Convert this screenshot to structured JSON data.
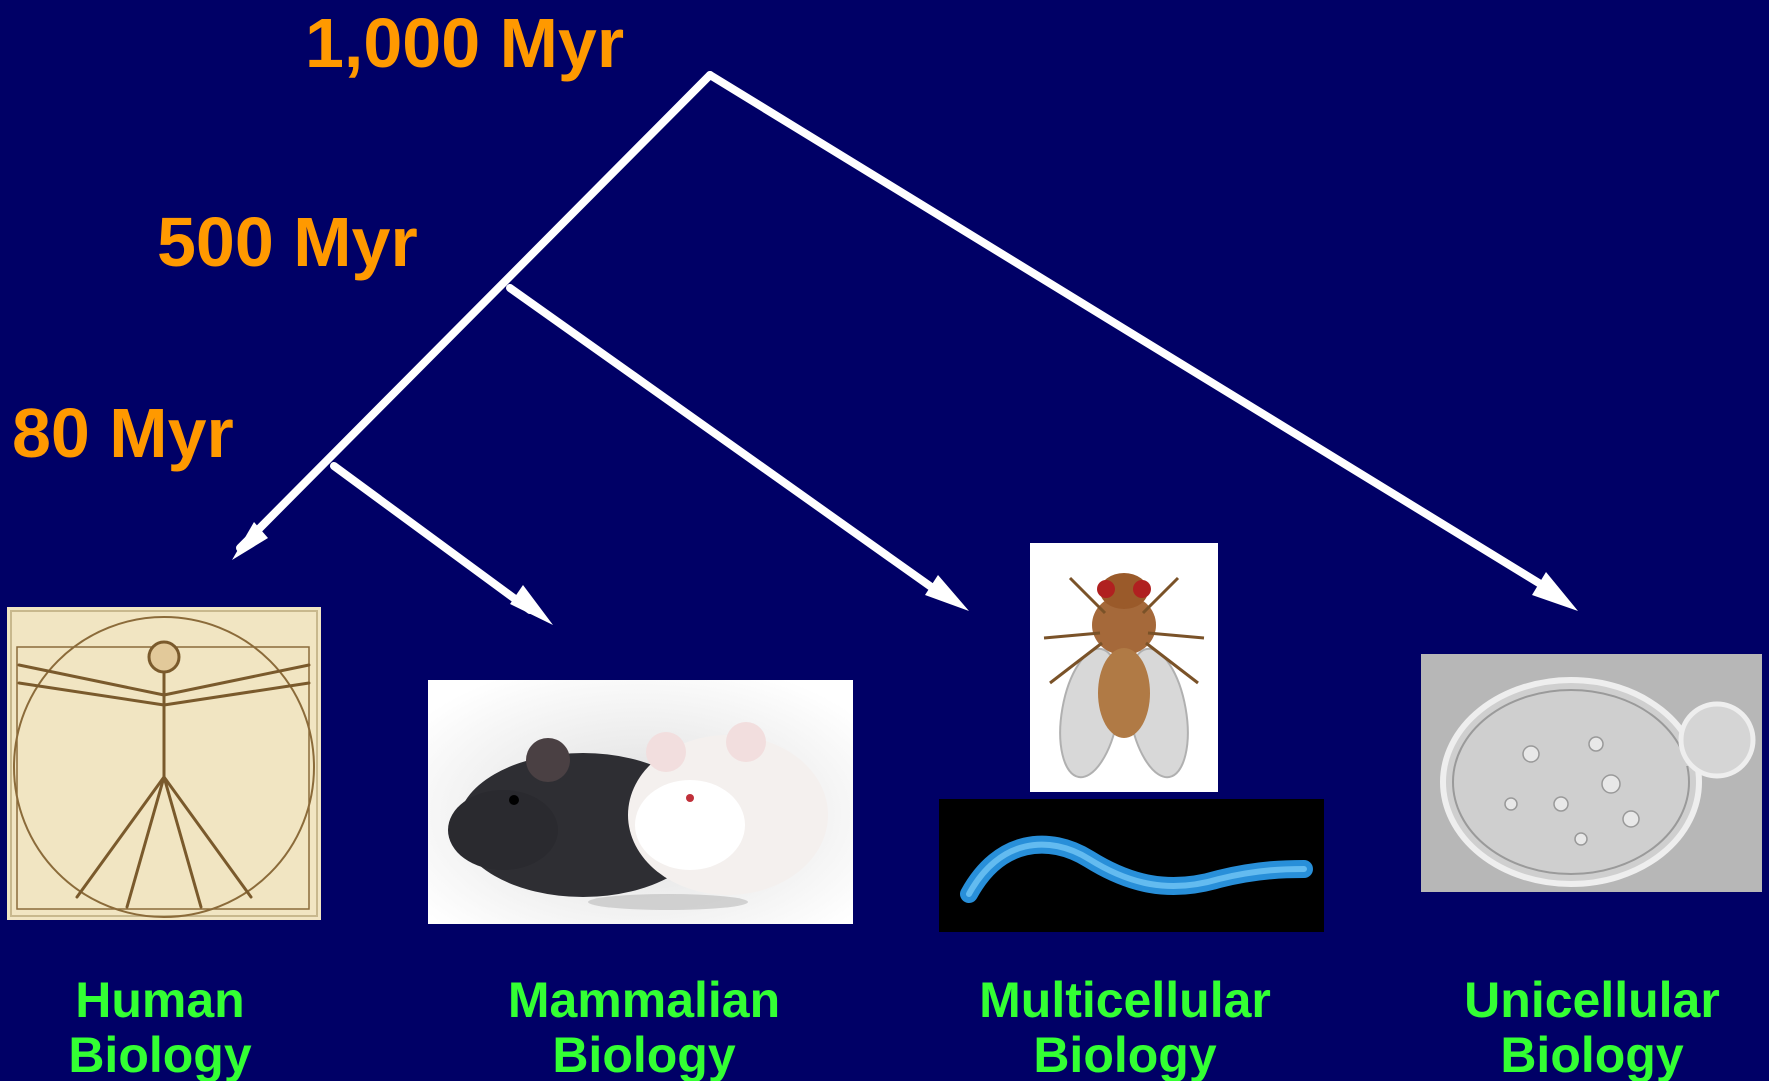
{
  "time_labels": {
    "root": "1,000 Myr",
    "mid": "500 Myr",
    "low": "80 Myr"
  },
  "groups": [
    {
      "line1": "Human",
      "line2": "Biology",
      "image": "vitruvian-man-drawing"
    },
    {
      "line1": "Mammalian",
      "line2": "Biology",
      "image": "black-and-white-mice-photo"
    },
    {
      "line1": "Multicellular",
      "line2": "Biology",
      "image": "fruit-fly-and-nematode-photos"
    },
    {
      "line1": "Unicellular",
      "line2": "Biology",
      "image": "budding-yeast-cell-photo"
    }
  ],
  "colors": {
    "background": "#000066",
    "time_label": "#ff9900",
    "group_label": "#33ff33",
    "tree_line": "#ffffff"
  }
}
